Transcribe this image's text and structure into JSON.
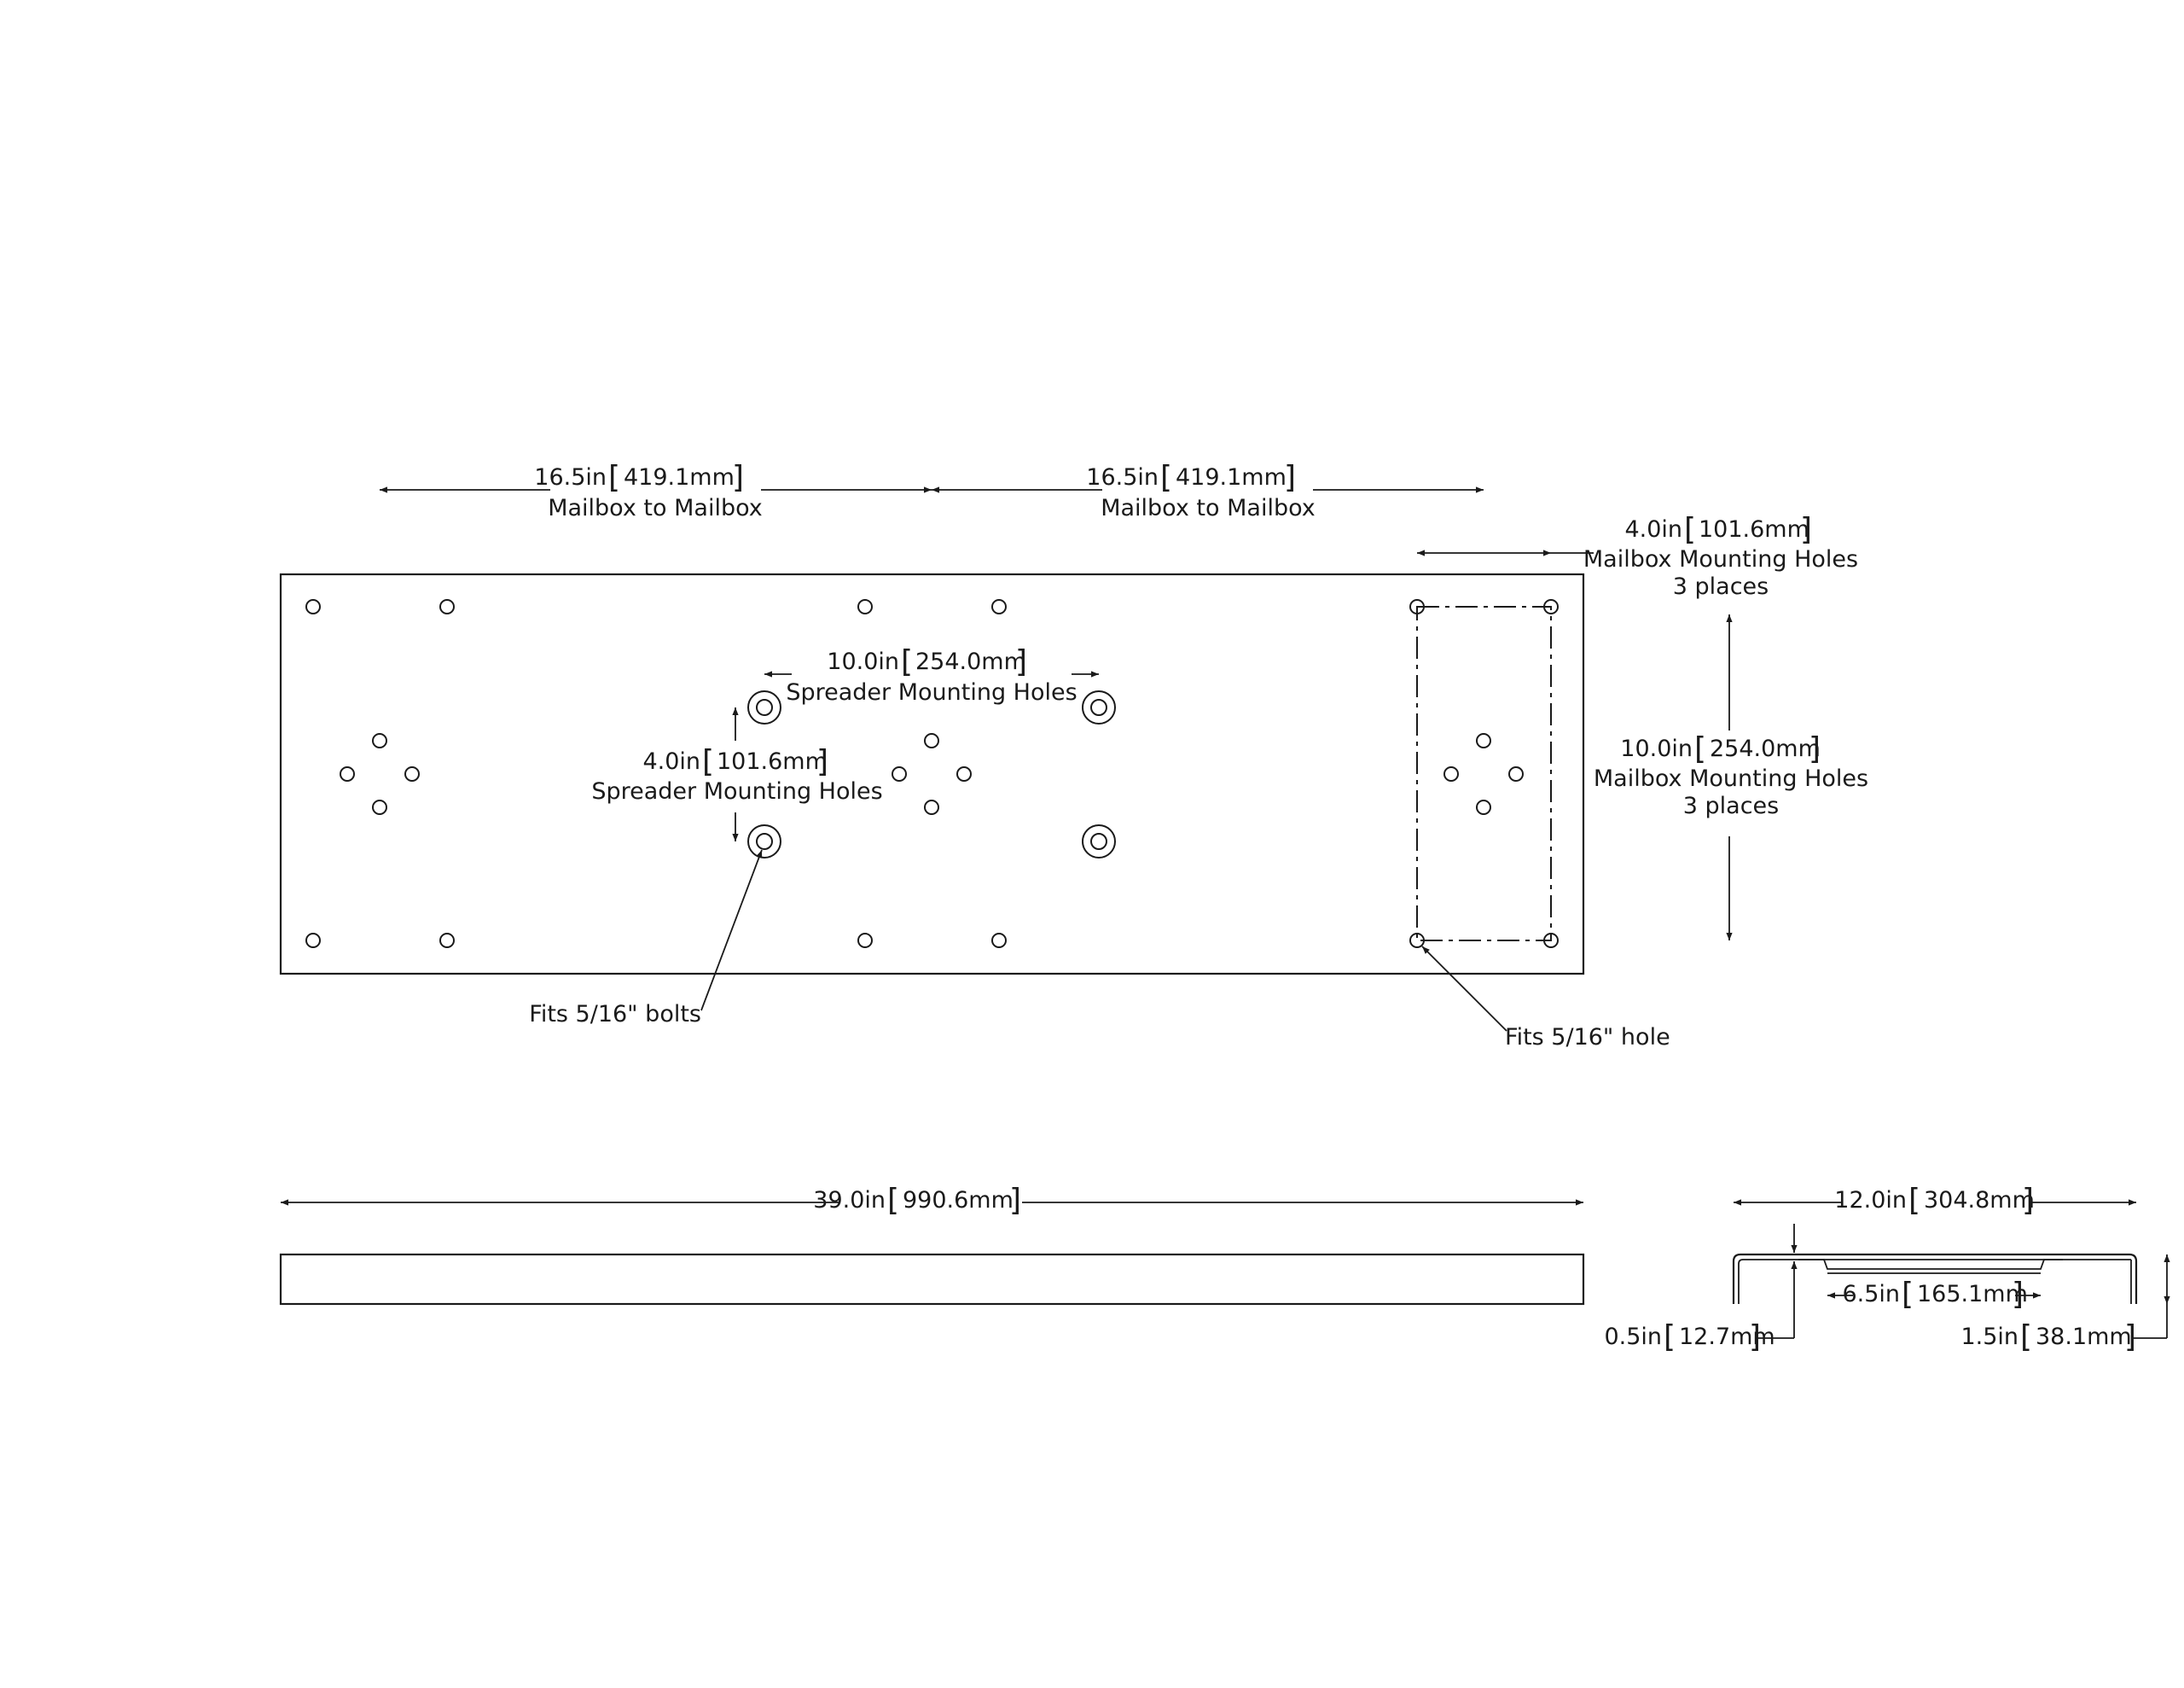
{
  "dims": {
    "mailbox_to_mailbox_1": {
      "in": "16.5in",
      "mm": "419.1mm",
      "note": "Mailbox to Mailbox"
    },
    "mailbox_to_mailbox_2": {
      "in": "16.5in",
      "mm": "419.1mm",
      "note": "Mailbox to Mailbox"
    },
    "mailbox_holes_width": {
      "in": "4.0in",
      "mm": "101.6mm",
      "note": "Mailbox Mounting Holes",
      "note2": "3 places"
    },
    "mailbox_holes_height": {
      "in": "10.0in",
      "mm": "254.0mm",
      "note": "Mailbox Mounting Holes",
      "note2": "3 places"
    },
    "spreader_width": {
      "in": "10.0in",
      "mm": "254.0mm",
      "note": "Spreader Mounting Holes"
    },
    "spreader_height": {
      "in": "4.0in",
      "mm": "101.6mm",
      "note": "Spreader Mounting Holes"
    },
    "overall_length": {
      "in": "39.0in",
      "mm": "990.6mm"
    },
    "profile_width": {
      "in": "12.0in",
      "mm": "304.8mm"
    },
    "inner_channel": {
      "in": "6.5in",
      "mm": "165.1mm"
    },
    "channel_depth": {
      "in": "0.5in",
      "mm": "12.7mm"
    },
    "flange_height": {
      "in": "1.5in",
      "mm": "38.1mm"
    }
  },
  "callouts": {
    "bolts": "Fits 5/16\" bolts",
    "hole": "Fits 5/16\" hole"
  }
}
